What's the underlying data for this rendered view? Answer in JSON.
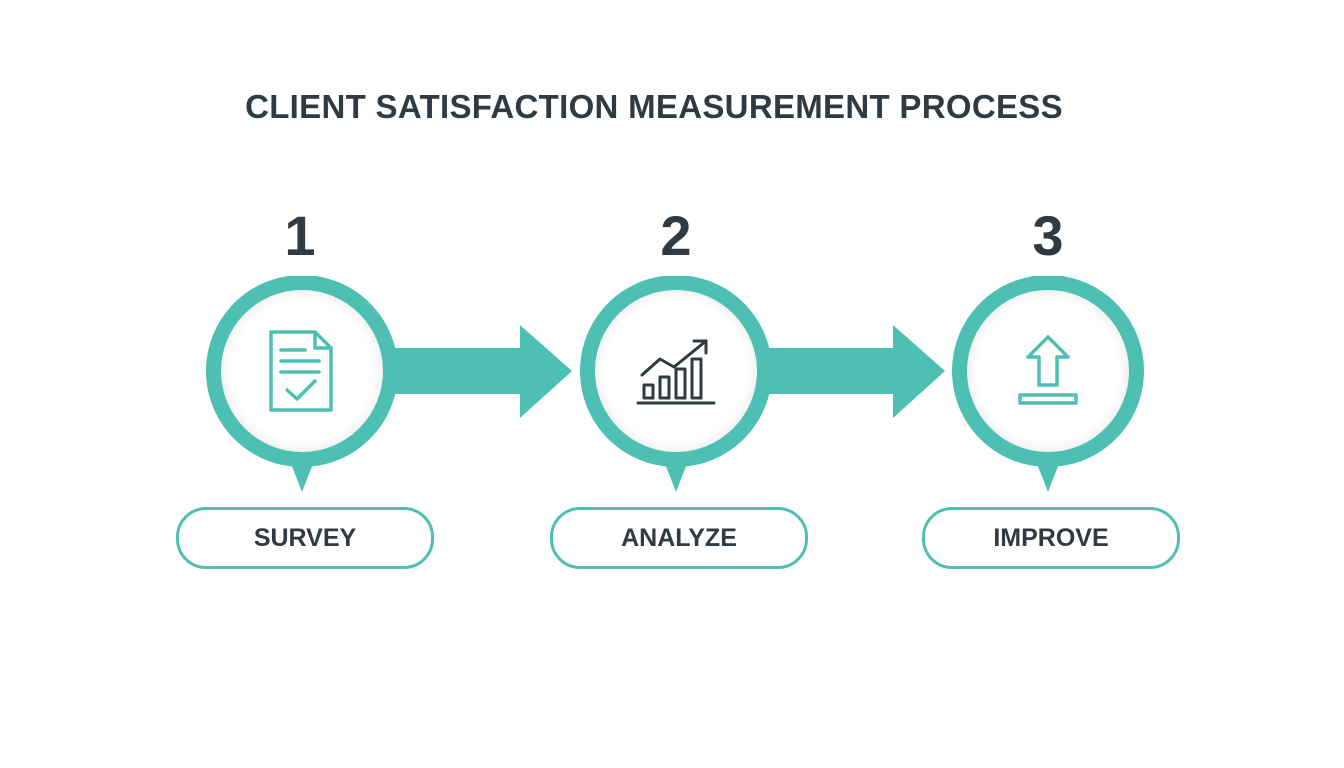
{
  "title": "CLIENT SATISFACTION MEASUREMENT PROCESS",
  "accent_color": "#4dbfb3",
  "text_color": "#2f3a42",
  "icon_color": "#2f3a42",
  "steps": [
    {
      "number": "1",
      "label": "SURVEY",
      "icon": "survey-document-check-icon"
    },
    {
      "number": "2",
      "label": "ANALYZE",
      "icon": "growth-chart-icon"
    },
    {
      "number": "3",
      "label": "IMPROVE",
      "icon": "upload-arrow-icon"
    }
  ]
}
